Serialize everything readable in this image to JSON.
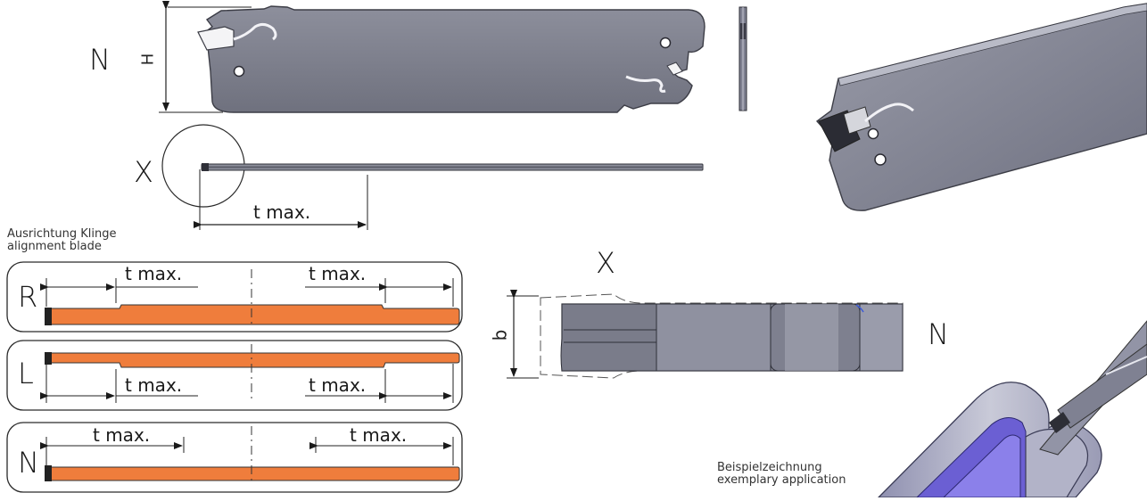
{
  "labels": {
    "view_N_top": "N",
    "dim_H": "H",
    "detail_X": "X",
    "t_max": "t max.",
    "alignment_de": "Ausrichtung Klinge",
    "alignment_en": "alignment blade",
    "variant_R": "R",
    "variant_L": "L",
    "variant_N": "N",
    "detail_X_title": "X",
    "dim_b": "b",
    "detail_N": "N",
    "example_de": "Beispielzeichnung",
    "example_en": "exemplary application"
  },
  "colors": {
    "blade_gray": "#7d7f8c",
    "blade_gray_light": "#a3a5b2",
    "orange": "#ef7d3c",
    "violet": "#6b5fd3",
    "line": "#1a1a1a"
  }
}
